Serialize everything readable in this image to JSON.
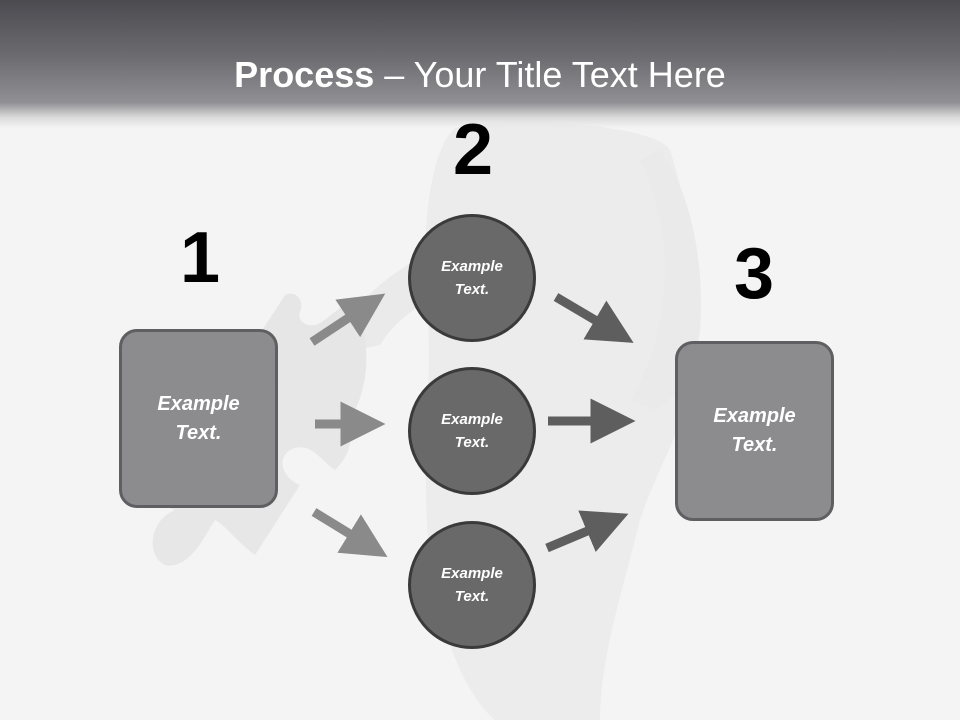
{
  "title": {
    "bold": "Process",
    "rest": " – Your Title Text Here"
  },
  "steps": [
    {
      "number": "1",
      "label": "Example Text."
    },
    {
      "number": "2",
      "items": [
        "Example Text.",
        "Example Text.",
        "Example Text."
      ]
    },
    {
      "number": "3",
      "label": "Example Text."
    }
  ],
  "colors": {
    "header_dark": "#4b4b50",
    "box_fill": "#8c8c8f",
    "circle_fill": "#696969",
    "arrow_left": "#8a8a8a",
    "arrow_right": "#5e5e5e"
  }
}
